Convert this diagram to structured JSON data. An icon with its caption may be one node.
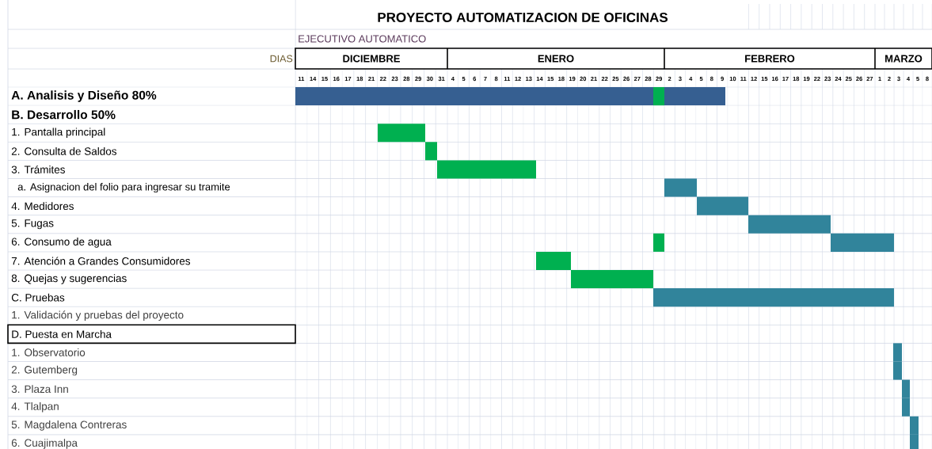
{
  "diagram": {
    "title": "PROYECTO AUTOMATIZACION DE OFICINAS",
    "labels": [
      "EJECUTIVO AUTOMATICO",
      "DIAS",
      "DICIEMBRE",
      "ENERO",
      "FEBRERO",
      "MARZO",
      "11",
      "14",
      "15",
      "16",
      "17",
      "18",
      "21",
      "22",
      "23",
      "28",
      "29",
      "30",
      "31",
      "4",
      "5",
      "6",
      "7",
      "8",
      "11",
      "12",
      "13",
      "14",
      "15",
      "18",
      "19",
      "20",
      "21",
      "22",
      "25",
      "26",
      "27",
      "28",
      "29",
      "2",
      "3",
      "4",
      "5",
      "8",
      "9",
      "10",
      "11",
      "12",
      "15",
      "16",
      "17",
      "18",
      "19",
      "22",
      "23",
      "24",
      "25",
      "26",
      "27",
      "1",
      "2",
      "3",
      "4",
      "5",
      "8",
      "A. Analisis y Diseño 80%",
      "B. Desarrollo 50%",
      "1. Pantalla principal",
      "2. Consulta de Saldos",
      "3. Trámites",
      "a. Asignacion del folio para ingresar su tramite",
      "4. Medidores",
      "5. Fugas",
      "6. Consumo de agua",
      "7. Atención a Grandes Consumidores",
      "8. Quejas y sugerencias",
      "C. Pruebas",
      "1. Validación y pruebas del proyecto",
      "D. Puesta en Marcha",
      "1. Observatorio",
      "2. Gutemberg",
      "3. Plaza Inn",
      "4. Tlalpan",
      "5. Magdalena Contreras",
      "6. Cuajimalpa"
    ]
  }
}
